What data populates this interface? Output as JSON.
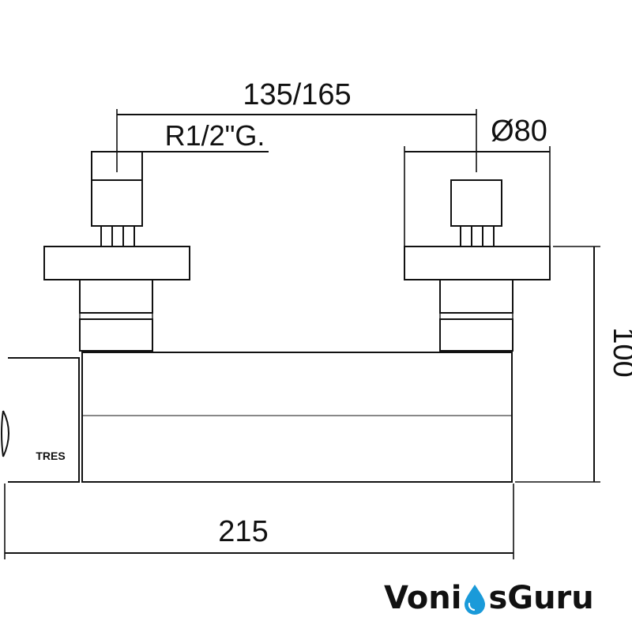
{
  "drawing": {
    "dimensions": {
      "spacing": "135/165",
      "thread": "R1/2\"G.",
      "diameter": "Ø80",
      "height": "100",
      "width": "215"
    },
    "product_logo": "TRES",
    "watermark": {
      "part1": "Voni",
      "part2": "s",
      "part3": "Guru",
      "full": "VoniosGuru",
      "colors": {
        "text": "#3d4852",
        "drop": "#1a9ad9"
      }
    }
  }
}
